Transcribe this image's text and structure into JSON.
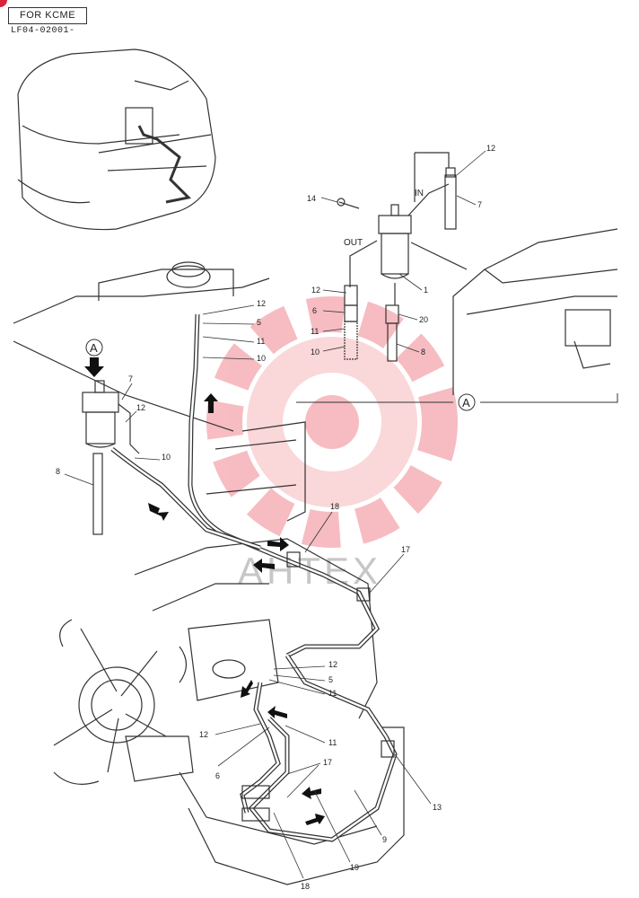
{
  "header": {
    "model_label": "FOR KCME",
    "code": "LF04-02001-"
  },
  "watermark": {
    "text": "AHTEX",
    "color": "#e8434f"
  },
  "detail": {
    "marker": "A",
    "in_label": "IN",
    "out_label": "OUT"
  },
  "callouts": {
    "c12_filter": "12",
    "c7_filter": "7",
    "c10_filter": "10",
    "c8": "8",
    "c12_top": "12",
    "c5_top": "5",
    "c11_top": "11",
    "c10_top": "10",
    "c18_top": "18",
    "c17_top": "17",
    "c12_lower": "12",
    "c5_lower": "5",
    "c11_lower": "11",
    "c12_left": "12",
    "c11_mid": "11",
    "c6_lower": "6",
    "c17_lower": "17",
    "c13": "13",
    "c9": "9",
    "c19": "19",
    "c18_bottom": "18",
    "d12_in": "12",
    "d7_in": "7",
    "d14": "14",
    "d1": "1",
    "d12_out": "12",
    "d6": "6",
    "d11": "11",
    "d10": "10",
    "d20": "20",
    "d8": "8"
  }
}
